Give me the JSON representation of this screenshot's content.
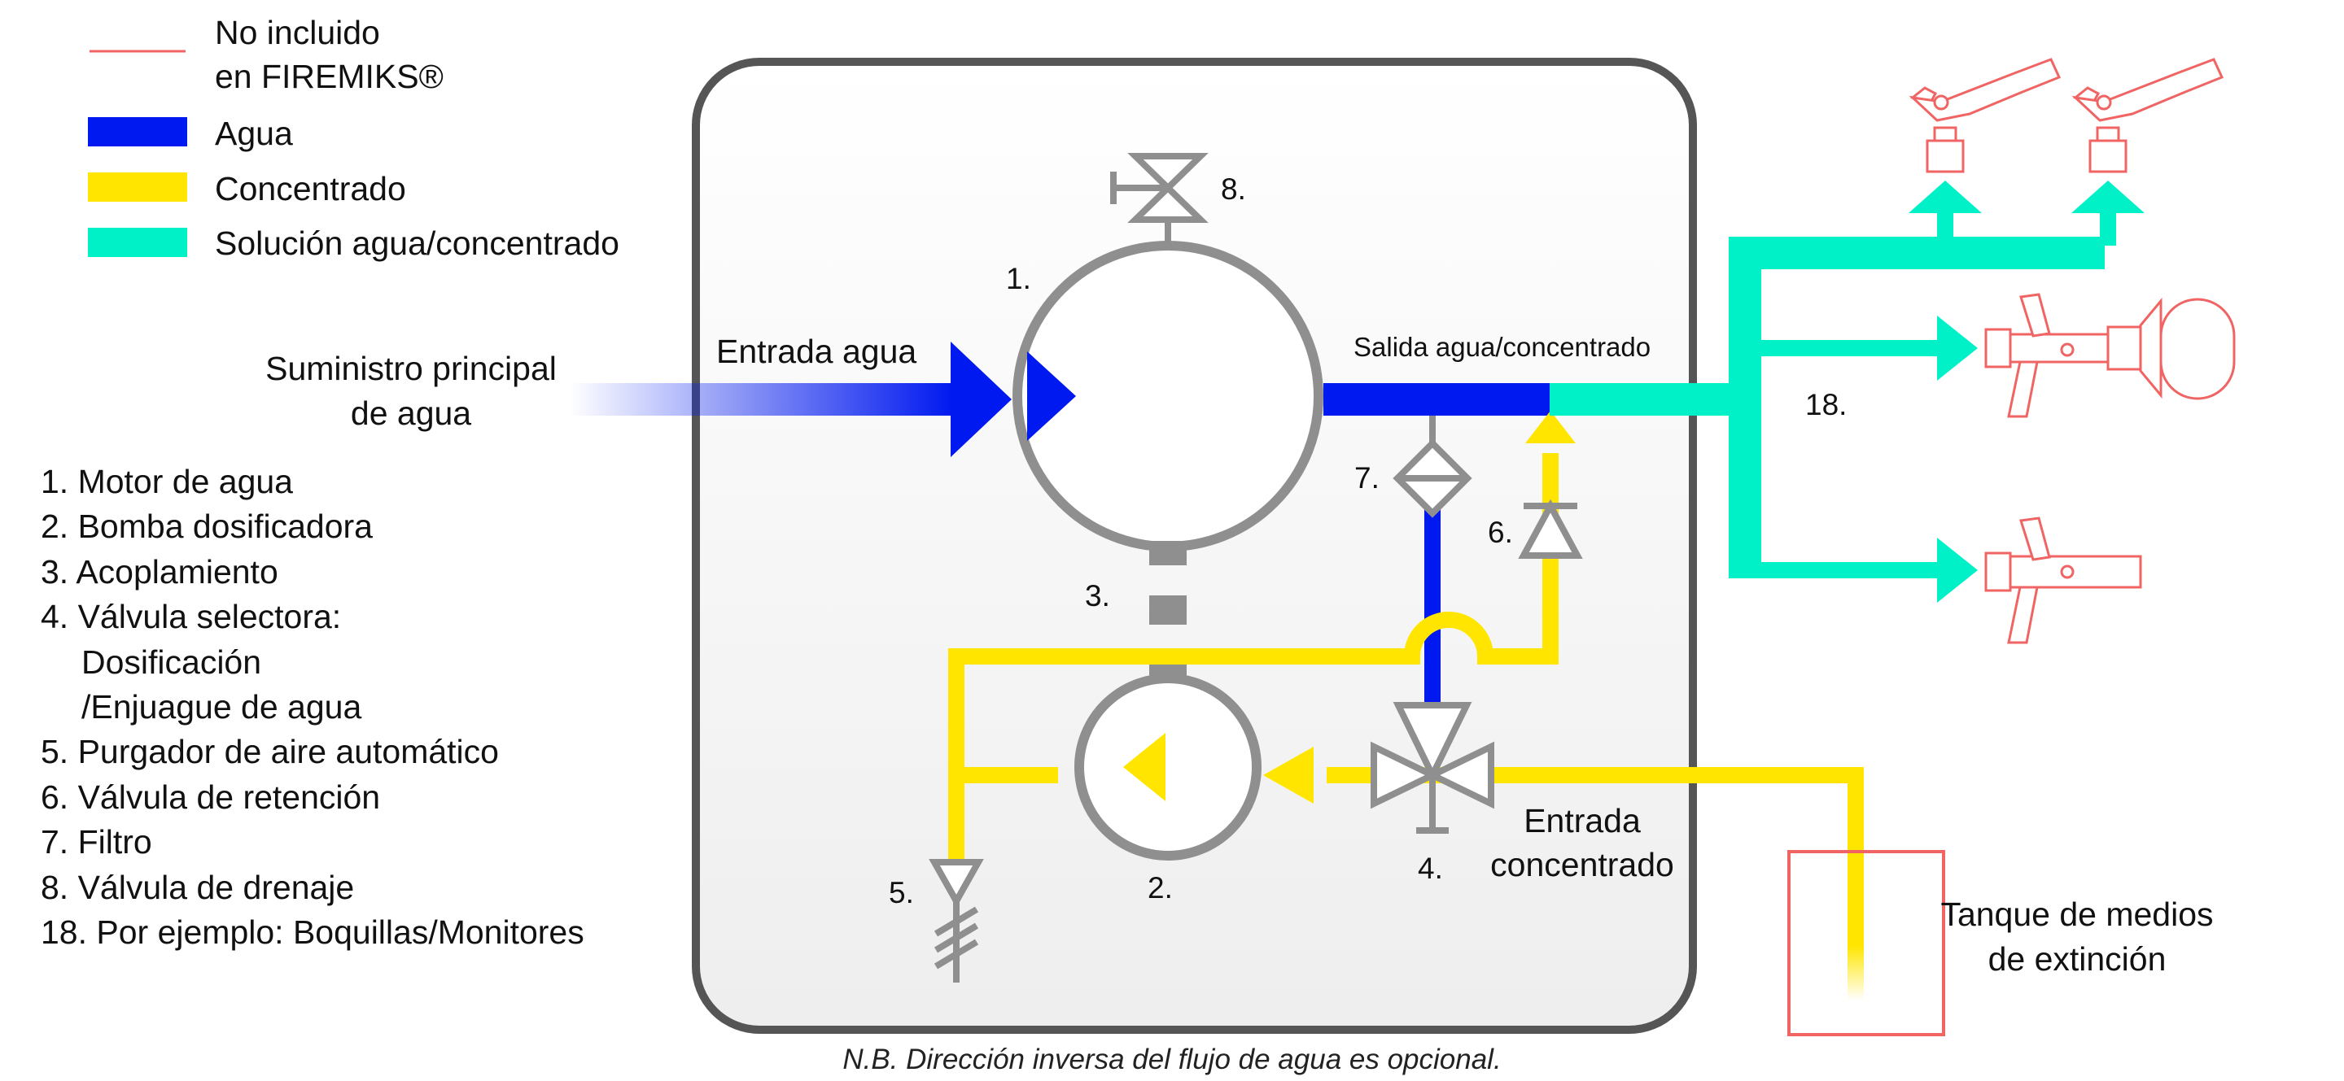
{
  "legend": {
    "not_included_line1": "No incluido",
    "not_included_line2": "en FIREMIKS®",
    "water": "Agua",
    "concentrate": "Concentrado",
    "solution": "Solución agua/concentrado"
  },
  "colors": {
    "water": "#0019f0",
    "concentrate": "#ffe500",
    "solution": "#00f0c8",
    "not_included": "#f06464",
    "component": "#8f8f8f",
    "housing_border": "#555555"
  },
  "supply": {
    "line1": "Suministro principal",
    "line2": "de agua"
  },
  "labels": {
    "water_inlet": "Entrada agua",
    "outlet": "Salida agua/concentrado",
    "concentrate_inlet_1": "Entrada",
    "concentrate_inlet_2": "concentrado",
    "tank_1": "Tanque de medios",
    "tank_2": "de extinción"
  },
  "component_numbers": {
    "n1": "1.",
    "n2": "2.",
    "n3": "3.",
    "n4": "4.",
    "n5": "5.",
    "n6": "6.",
    "n7": "7.",
    "n8": "8.",
    "n18": "18."
  },
  "parts": [
    "1. Motor de agua",
    "2. Bomba dosificadora",
    "3. Acoplamiento",
    "4. Válvula selectora:",
    "Dosificación",
    "/Enjuague de agua",
    "5. Purgador de aire automático",
    "6. Válvula de retención",
    "7. Filtro",
    "8. Válvula de drenaje",
    "18. Por ejemplo: Boquillas/Monitores"
  ],
  "note": "N.B. Dirección inversa del flujo de agua es opcional."
}
